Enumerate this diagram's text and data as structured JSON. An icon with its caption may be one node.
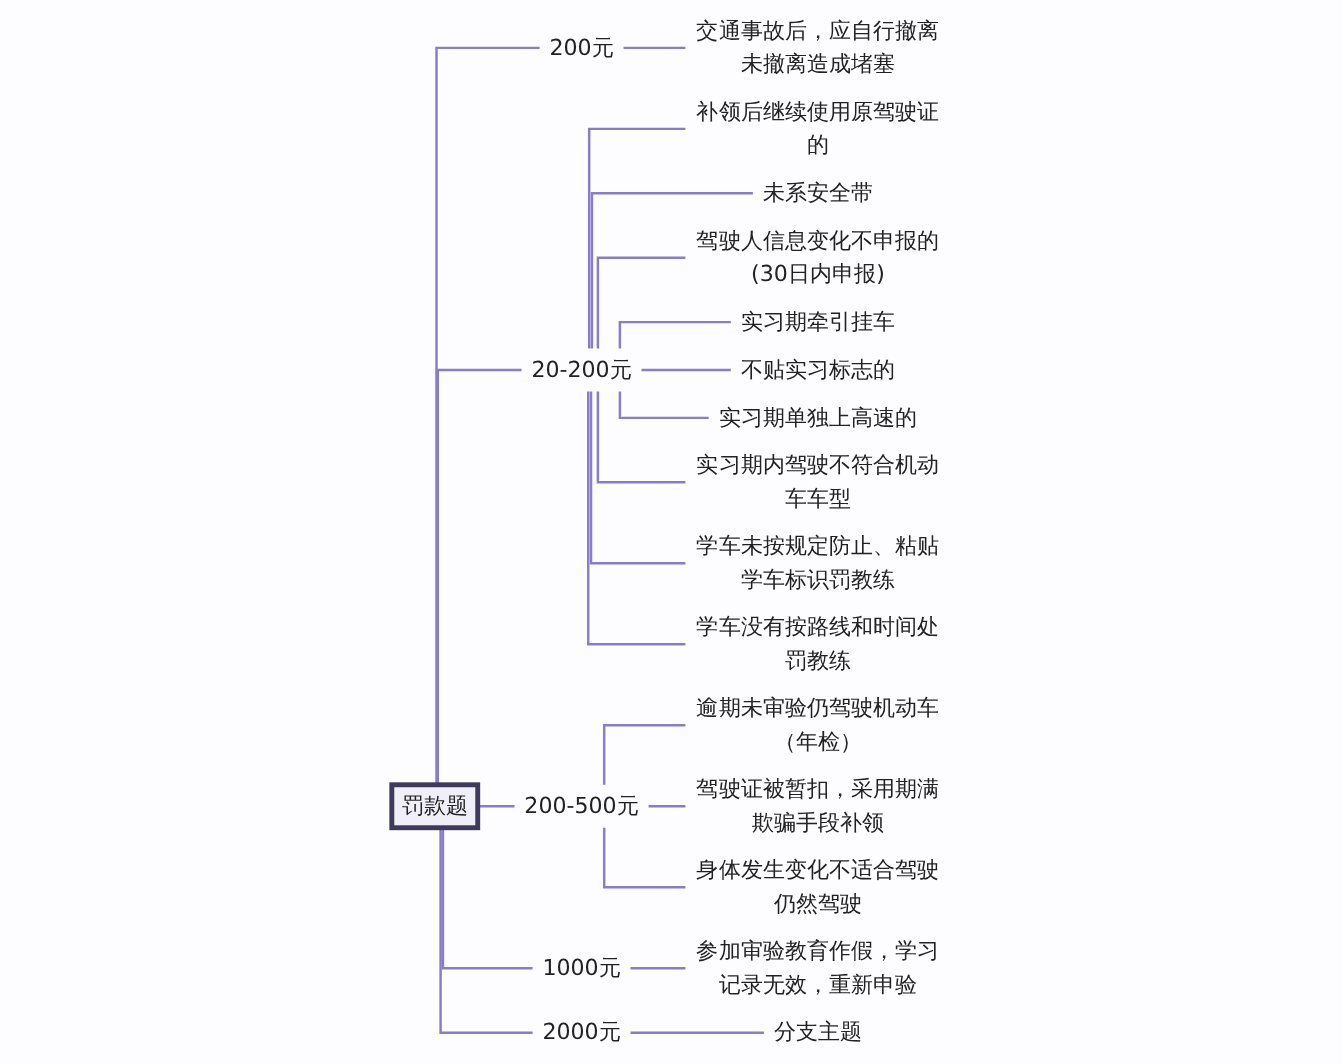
{
  "diagram": {
    "nodes": [
      {
        "text": [
          "罚款题"
        ]
      },
      {
        "text": [
          "200元"
        ]
      },
      {
        "text": [
          "交通事故后，应自行撤离未撤离造成堵塞"
        ]
      },
      {
        "text": [
          "20-200元"
        ]
      },
      {
        "text": [
          "补领后继续使用原驾驶证的"
        ]
      },
      {
        "text": [
          "未系安全带"
        ]
      },
      {
        "text": [
          "驾驶人信息变化不申报的(30日内申报)"
        ]
      },
      {
        "text": [
          "实习期牵引挂车"
        ]
      },
      {
        "text": [
          "不贴实习标志的"
        ]
      },
      {
        "text": [
          "实习期单独上高速的"
        ]
      },
      {
        "text": [
          "实习期内驾驶不符合机动车车型"
        ]
      },
      {
        "text": [
          "学车未按规定防止、粘贴学车标识罚教练"
        ]
      },
      {
        "text": [
          "学车没有按路线和时间处罚教练"
        ]
      },
      {
        "text": [
          "200-500元"
        ]
      },
      {
        "text": [
          "逾期未审验仍驾驶机动车（年检）"
        ]
      },
      {
        "text": [
          "驾驶证被暂扣，采用期满欺骗手段补领"
        ]
      },
      {
        "text": [
          "身体发生变化不适合驾驶仍然驾驶"
        ]
      },
      {
        "text": [
          "1000元"
        ]
      },
      {
        "text": [
          "参加审验教育作假，学习记录无效，重新申验"
        ]
      },
      {
        "text": [
          "2000元"
        ]
      },
      {
        "text": [
          "分支主题"
        ]
      }
    ],
    "edges": [
      {
        "from": 0,
        "to": 1,
        "arrow": "none"
      },
      {
        "from": 1,
        "to": 2,
        "arrow": "none"
      },
      {
        "from": 0,
        "to": 3,
        "arrow": "none"
      },
      {
        "from": 3,
        "to": 4,
        "arrow": "none"
      },
      {
        "from": 3,
        "to": 5,
        "arrow": "none"
      },
      {
        "from": 3,
        "to": 6,
        "arrow": "none"
      },
      {
        "from": 3,
        "to": 7,
        "arrow": "none"
      },
      {
        "from": 3,
        "to": 8,
        "arrow": "none"
      },
      {
        "from": 3,
        "to": 9,
        "arrow": "none"
      },
      {
        "from": 3,
        "to": 10,
        "arrow": "none"
      },
      {
        "from": 3,
        "to": 11,
        "arrow": "none"
      },
      {
        "from": 3,
        "to": 12,
        "arrow": "none"
      },
      {
        "from": 0,
        "to": 13,
        "arrow": "none"
      },
      {
        "from": 13,
        "to": 14,
        "arrow": "none"
      },
      {
        "from": 13,
        "to": 15,
        "arrow": "none"
      },
      {
        "from": 13,
        "to": 16,
        "arrow": "none"
      },
      {
        "from": 0,
        "to": 17,
        "arrow": "none"
      },
      {
        "from": 17,
        "to": 18,
        "arrow": "none"
      },
      {
        "from": 0,
        "to": 19,
        "arrow": "none"
      },
      {
        "from": 19,
        "to": 20,
        "arrow": "none"
      }
    ]
  }
}
